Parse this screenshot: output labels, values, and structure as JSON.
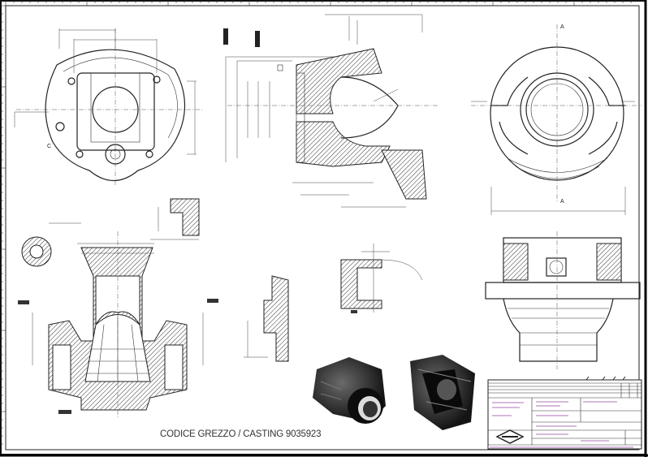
{
  "drawing": {
    "caption": "CODICE GREZZO / CASTING 9035923",
    "section_labels": [
      "A",
      "A",
      "C"
    ]
  },
  "colors": {
    "line": "#222222",
    "annotation": "#7a2a8a",
    "render_dark": "#1e1e1e"
  }
}
